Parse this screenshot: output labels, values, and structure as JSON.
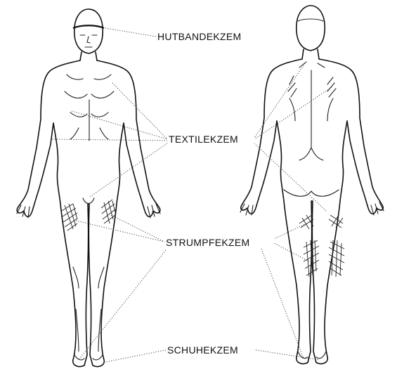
{
  "labels": {
    "hat_band": "HUTBANDEKZEM",
    "textile": "TEXTILEKZEM",
    "stocking": "STRUMPFEKZEM",
    "shoe": "SCHUHEKZEM"
  }
}
